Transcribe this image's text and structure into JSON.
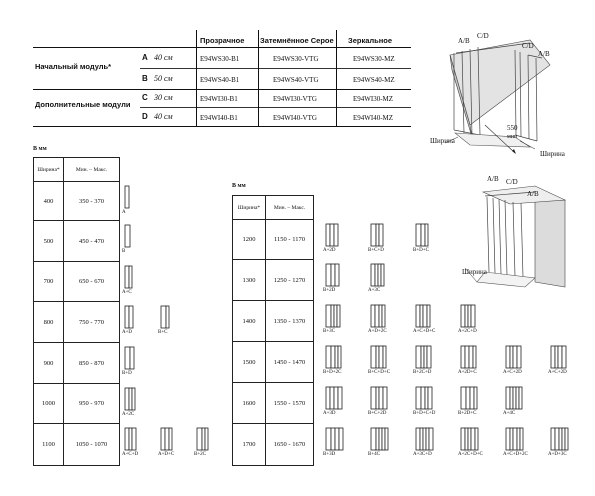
{
  "header": {
    "columns": [
      "Прозрачное",
      "Затемнённое Серое",
      "Зеркальное"
    ]
  },
  "modules": [
    {
      "group": "Начальный модуль*",
      "letter": "A",
      "size": "40 см",
      "codes": [
        "E94WS30-B1",
        "E94WS30-VTG",
        "E94WS30-MZ"
      ]
    },
    {
      "group": "",
      "letter": "B",
      "size": "50 см",
      "codes": [
        "E94WS40-B1",
        "E94WS40-VTG",
        "E94WS40-MZ"
      ]
    },
    {
      "group": "Дополнительные модули",
      "letter": "C",
      "size": "30 см",
      "codes": [
        "E94WI30-B1",
        "E94WI30-VTG",
        "E94WI30-MZ"
      ]
    },
    {
      "group": "",
      "letter": "D",
      "size": "40 см",
      "codes": [
        "E94WI40-B1",
        "E94WI40-VTG",
        "E94WI40-MZ"
      ]
    }
  ],
  "diagrams": {
    "top_labels": [
      "A/B",
      "C/D",
      "C/D",
      "A/B"
    ],
    "dim_value": "550",
    "dim_unit": "мин",
    "width_label": "Ширина",
    "bottom_labels": [
      "A/B",
      "C/D",
      "A/B"
    ],
    "width_label2": "Ширина"
  },
  "table_left": {
    "unit": "В мм",
    "headers": [
      "Ширина*",
      "Мин. – Макс."
    ],
    "rows": [
      {
        "width": "400",
        "range": "350 - 370",
        "combos": [
          "A"
        ]
      },
      {
        "width": "500",
        "range": "450 - 470",
        "combos": [
          "B"
        ]
      },
      {
        "width": "700",
        "range": "650 - 670",
        "combos": [
          "A+C"
        ]
      },
      {
        "width": "800",
        "range": "750 - 770",
        "combos": [
          "A+D",
          "B+C"
        ]
      },
      {
        "width": "900",
        "range": "850 - 870",
        "combos": [
          "B+D"
        ]
      },
      {
        "width": "1000",
        "range": "950 - 970",
        "combos": [
          "A+2C"
        ]
      },
      {
        "width": "1100",
        "range": "1050 - 1070",
        "combos": [
          "A+C+D",
          "A+D+C",
          "B+2C"
        ]
      }
    ]
  },
  "table_right": {
    "unit": "В мм",
    "headers": [
      "Ширина*",
      "Мин. – Макс."
    ],
    "rows": [
      {
        "width": "1200",
        "range": "1150 - 1170",
        "combos": [
          "A+2D",
          "B+C+D",
          "B+D+C"
        ]
      },
      {
        "width": "1300",
        "range": "1250 - 1270",
        "combos": [
          "B+2D",
          "A+3C"
        ]
      },
      {
        "width": "1400",
        "range": "1350 - 1370",
        "combos": [
          "B+3C",
          "A+D+2C",
          "A+C+D+C",
          "A+2C+D"
        ]
      },
      {
        "width": "1500",
        "range": "1450 - 1470",
        "combos": [
          "B+D+2C",
          "B+C+D+C",
          "B+2C+D",
          "A+2D+C",
          "A+C+2D",
          "A+C+2D"
        ]
      },
      {
        "width": "1600",
        "range": "1550 - 1570",
        "combos": [
          "A+3D",
          "B+C+2D",
          "B+D+C+D",
          "B+2D+C",
          "A+4C"
        ]
      },
      {
        "width": "1700",
        "range": "1650 - 1670",
        "combos": [
          "B+3D",
          "B+4C",
          "A+3C+D",
          "A+2C+D+C",
          "A+C+D+2C",
          "A+D+3C"
        ]
      }
    ]
  }
}
